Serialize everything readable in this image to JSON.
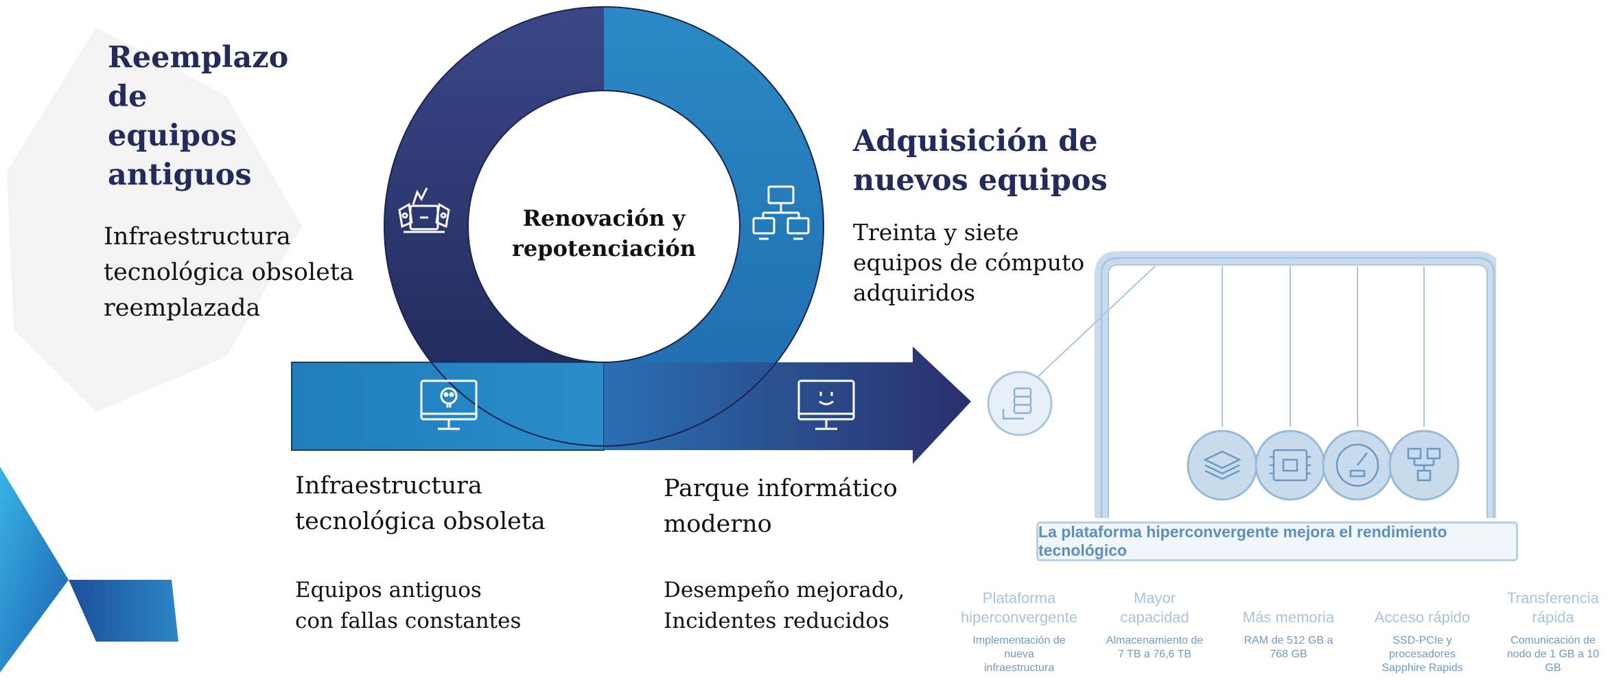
{
  "left_section": {
    "title": "Reemplazo de\nequipos\nantiguos",
    "description": "Infraestructura\ntecnológica obsoleta\nreemplazada"
  },
  "center": {
    "label": "Renovación y\nrepotenciación"
  },
  "right_section": {
    "title": "Adquisición de\nnuevos equipos",
    "description": "Treinta y siete\nequipos de cómputo\nadquiridos"
  },
  "bottom_left": {
    "title": "Infraestructura\ntecnológica obsoleta",
    "subtitle": "Equipos antiguos\ncon fallas constantes"
  },
  "bottom_right": {
    "title": " Parque informático\nmoderno",
    "subtitle": "Desempeño mejorado,\nIncidentes reducidos"
  },
  "banner": "La plataforma hiperconvergente mejora el rendimiento tecnológico",
  "features": [
    {
      "title": "Plataforma\nhiperconvergente",
      "desc": "Implementación de\nnueva\ninfraestructura"
    },
    {
      "title": "Mayor\ncapacidad",
      "desc": "Almacenamiento de\n7 TB a 76,6 TB"
    },
    {
      "title": "Más memoria",
      "desc": "RAM de 512 GB a\n768 GB"
    },
    {
      "title": "Acceso rápido",
      "desc": "SSD-PCIe y\nprocesadores\nSapphire Rapids"
    },
    {
      "title": "Transferencia\nrápida",
      "desc": "Comunicación de\nnodo de 1 GB a 10\nGB"
    }
  ],
  "colors": {
    "navy": "#232a5c",
    "blue": "#2a84c0",
    "light_blue": "#a7c4de"
  },
  "icons": [
    "broken-computer-icon",
    "network-icon",
    "sad-monitor-icon",
    "happy-monitor-icon",
    "server-icon",
    "layers-icon",
    "chip-icon",
    "speedometer-icon",
    "network-nodes-icon"
  ]
}
